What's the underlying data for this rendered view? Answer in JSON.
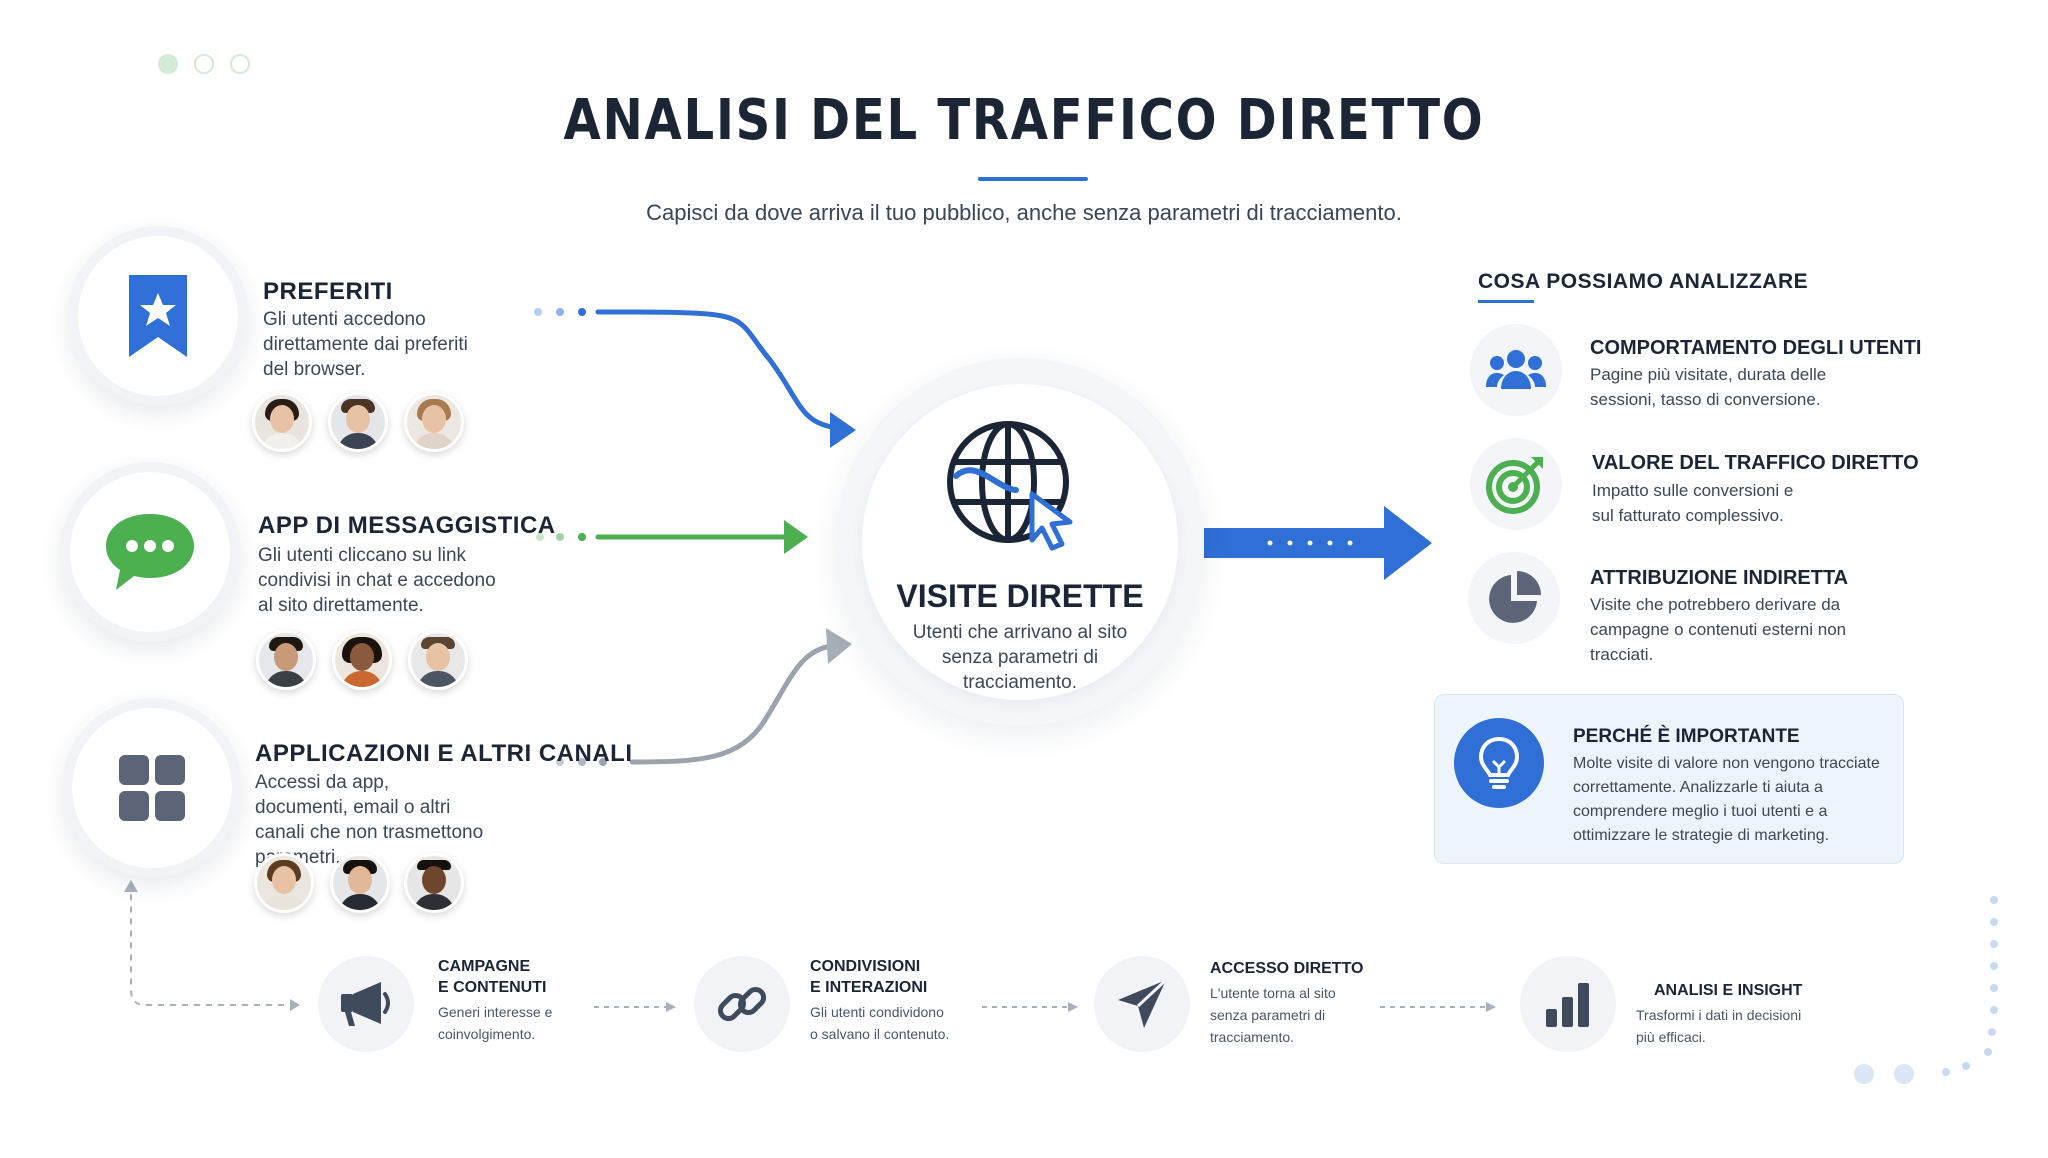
{
  "header": {
    "title": "ANALISI DEL TRAFFICO DIRETTO",
    "subtitle": "Capisci da dove arriva il tuo pubblico, anche senza parametri di tracciamento."
  },
  "sources": [
    {
      "title": "PREFERITI",
      "description": "Gli utenti accedono direttamente dai preferiti del browser.",
      "icon": "bookmark-star-icon",
      "color": "#2f6fd6"
    },
    {
      "title": "APP DI MESSAGGISTICA",
      "description": "Gli utenti cliccano su link condivisi in chat e accedono al sito direttamente.",
      "icon": "chat-bubble-icon",
      "color": "#4caf50"
    },
    {
      "title": "APPLICAZIONI E ALTRI CANALI",
      "description": "Accessi da app, documenti, email o altri canali che non trasmettono parametri.",
      "icon": "apps-grid-icon",
      "color": "#5b6577"
    }
  ],
  "center": {
    "title": "VISITE DIRETTE",
    "description": "Utenti che arrivano al sito senza parametri di tracciamento.",
    "icon": "globe-cursor-icon"
  },
  "analysis": {
    "heading": "COSA POSSIAMO ANALIZZARE",
    "items": [
      {
        "title": "COMPORTAMENTO DEGLI UTENTI",
        "description": "Pagine più visitate, durata delle sessioni, tasso di conversione.",
        "icon": "users-group-icon"
      },
      {
        "title": "VALORE DEL TRAFFICO DIRETTO",
        "description": "Impatto sulle conversioni e sul fatturato complessivo.",
        "icon": "target-icon"
      },
      {
        "title": "ATTRIBUZIONE INDIRETTA",
        "description": "Visite che potrebbero derivare da campagne o contenuti esterni non tracciati.",
        "icon": "pie-chart-icon"
      }
    ],
    "important": {
      "title": "PERCHÉ È IMPORTANTE",
      "description": "Molte visite di valore non vengono tracciate correttamente. Analizzarle ti aiuta a comprendere meglio i tuoi utenti e a ottimizzare le strategie di marketing.",
      "icon": "lightbulb-icon"
    }
  },
  "steps": [
    {
      "title_line1": "CAMPAGNE",
      "title_line2": "E CONTENUTI",
      "desc_line1": "Generi interesse e",
      "desc_line2": "coinvolgimento.",
      "icon": "megaphone-icon"
    },
    {
      "title_line1": "CONDIVISIONI",
      "title_line2": "E INTERAZIONI",
      "desc_line1": "Gli utenti condividono",
      "desc_line2": "o salvano il contenuto.",
      "icon": "link-icon"
    },
    {
      "title_line1": "ACCESSO DIRETTO",
      "title_line2": "",
      "desc_line1": "L'utente torna al sito",
      "desc_line2": "senza parametri di",
      "desc_line3": "tracciamento.",
      "icon": "paper-plane-icon"
    },
    {
      "title_line1": "ANALISI E INSIGHT",
      "title_line2": "",
      "desc_line1": "Trasformi i dati in decisioni",
      "desc_line2": "più efficaci.",
      "icon": "bar-chart-icon"
    }
  ],
  "colors": {
    "accent": "#2f6fd6",
    "green": "#4caf50",
    "grey": "#9aa3ae",
    "text": "#1b2536"
  }
}
